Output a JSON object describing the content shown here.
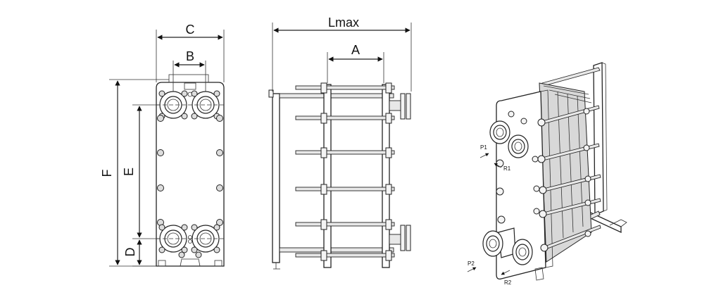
{
  "front_view": {
    "dim_c": "C",
    "dim_b": "B",
    "dim_f": "F",
    "dim_e": "E",
    "dim_d": "D"
  },
  "side_view": {
    "dim_lmax": "Lmax",
    "dim_a": "A"
  },
  "iso_view": {
    "p1": "P1",
    "r1": "R1",
    "p2": "P2",
    "r2": "R2"
  }
}
